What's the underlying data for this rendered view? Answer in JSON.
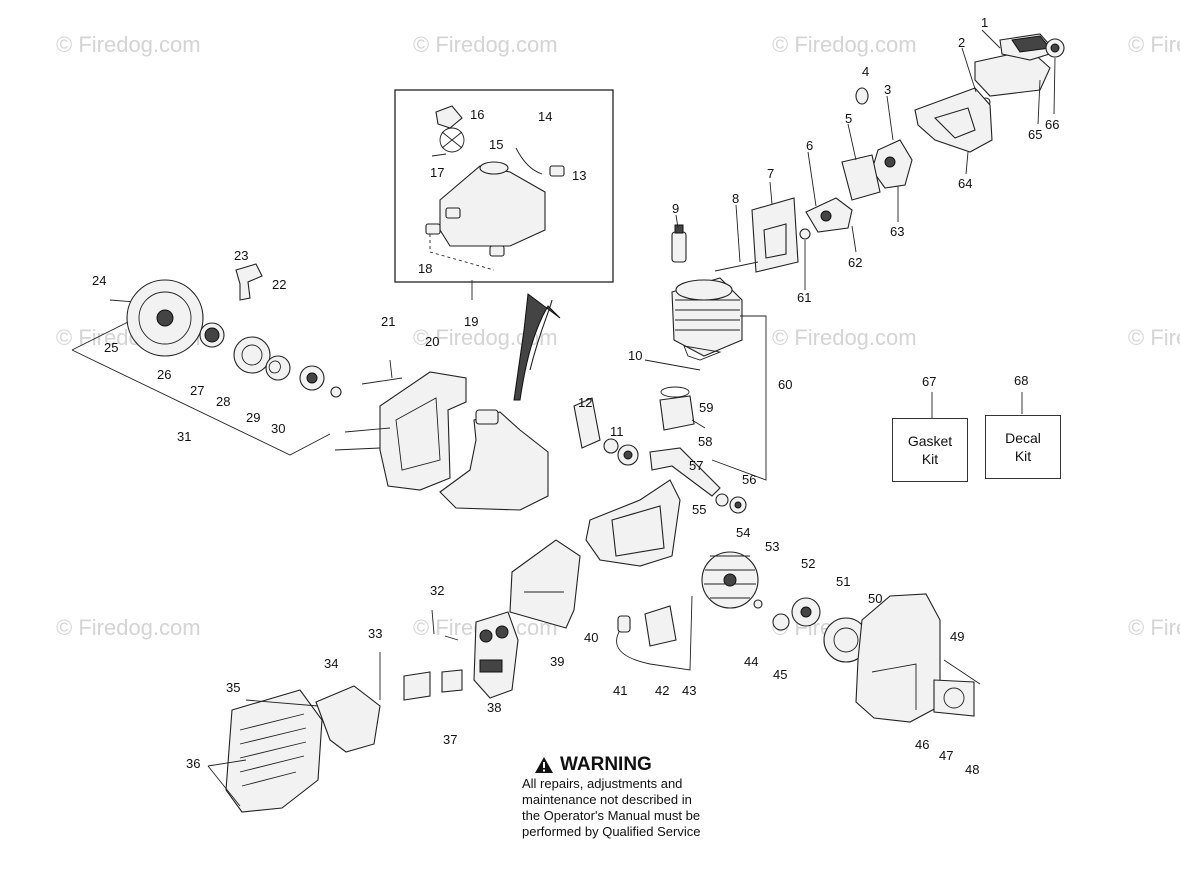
{
  "watermark": "© Firedog.com",
  "callouts": [
    "1",
    "2",
    "3",
    "4",
    "5",
    "6",
    "7",
    "8",
    "9",
    "10",
    "11",
    "12",
    "13",
    "14",
    "15",
    "16",
    "17",
    "18",
    "19",
    "20",
    "21",
    "22",
    "23",
    "24",
    "25",
    "26",
    "27",
    "28",
    "29",
    "30",
    "31",
    "32",
    "33",
    "34",
    "35",
    "36",
    "37",
    "38",
    "39",
    "40",
    "41",
    "42",
    "43",
    "44",
    "45",
    "46",
    "47",
    "48",
    "49",
    "50",
    "51",
    "52",
    "53",
    "54",
    "55",
    "56",
    "57",
    "58",
    "59",
    "60",
    "61",
    "62",
    "63",
    "64",
    "65",
    "66",
    "67",
    "68"
  ],
  "kits": {
    "gasket": "Gasket\nKit",
    "decal": "Decal\nKit"
  },
  "warning": {
    "title": "WARNING",
    "body": "All repairs, adjustments and\nmaintenance not described in\nthe Operator's Manual must be\nperformed by Qualified Service"
  }
}
